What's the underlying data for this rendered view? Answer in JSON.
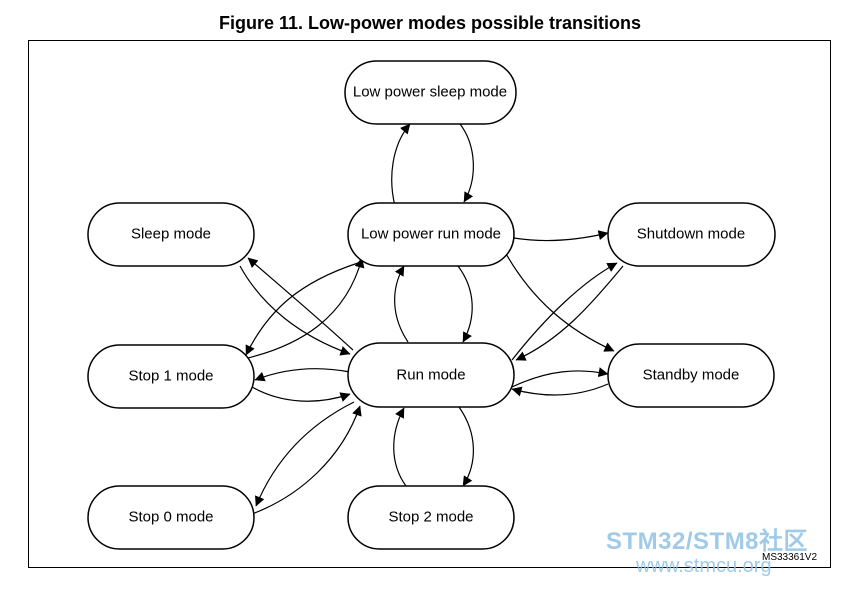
{
  "figure": {
    "title": "Figure 11. Low-power modes possible transitions",
    "reference_code": "MS33361V2"
  },
  "nodes": {
    "lp_sleep": "Low power sleep mode",
    "lp_run": "Low power run mode",
    "sleep": "Sleep mode",
    "shutdown": "Shutdown mode",
    "stop1": "Stop 1 mode",
    "run": "Run mode",
    "standby": "Standby mode",
    "stop0": "Stop 0 mode",
    "stop2": "Stop 2 mode"
  },
  "transitions": [
    {
      "from": "lp_run",
      "to": "lp_sleep"
    },
    {
      "from": "lp_sleep",
      "to": "lp_run"
    },
    {
      "from": "run",
      "to": "lp_run"
    },
    {
      "from": "lp_run",
      "to": "run"
    },
    {
      "from": "lp_run",
      "to": "shutdown"
    },
    {
      "from": "lp_run",
      "to": "standby"
    },
    {
      "from": "lp_run",
      "to": "stop1"
    },
    {
      "from": "stop1",
      "to": "lp_run"
    },
    {
      "from": "run",
      "to": "sleep"
    },
    {
      "from": "sleep",
      "to": "run"
    },
    {
      "from": "run",
      "to": "stop1"
    },
    {
      "from": "stop1",
      "to": "run"
    },
    {
      "from": "run",
      "to": "stop0"
    },
    {
      "from": "stop0",
      "to": "run"
    },
    {
      "from": "run",
      "to": "stop2"
    },
    {
      "from": "stop2",
      "to": "run"
    },
    {
      "from": "run",
      "to": "shutdown"
    },
    {
      "from": "shutdown",
      "to": "run"
    },
    {
      "from": "run",
      "to": "standby"
    },
    {
      "from": "standby",
      "to": "run"
    }
  ],
  "watermark": {
    "brand": "STM32/STM8社区",
    "url": "www.stmcu.org"
  }
}
